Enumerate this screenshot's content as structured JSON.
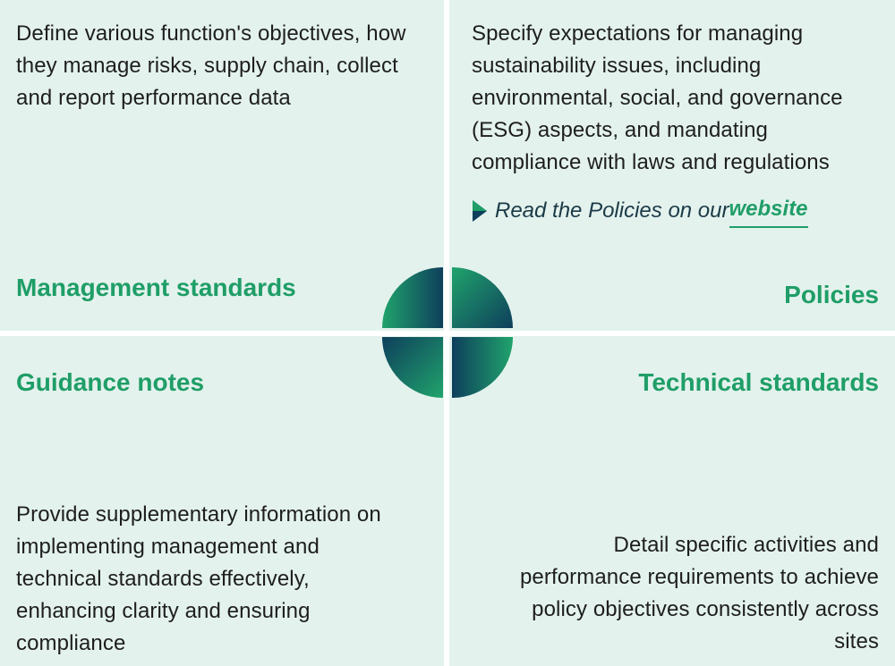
{
  "quadrants": {
    "management": {
      "description": "Define various function's objectives, how they manage risks, supply chain, collect and report performance data",
      "heading": "Management standards"
    },
    "policies": {
      "description": "Specify expectations for managing sustainability issues, including environmental, social, and governance (ESG) aspects, and mandating compliance with laws and regulations",
      "link_prefix": "Read the Policies on our ",
      "link_word": "website",
      "heading": "Policies"
    },
    "guidance": {
      "heading": "Guidance notes",
      "description": "Provide supplementary information on implementing management and technical standards effectively, enhancing clarity and ensuring compliance"
    },
    "technical": {
      "heading": "Technical standards",
      "description": "Detail specific activities and performance requirements to achieve policy objectives consistently across sites"
    }
  },
  "colors": {
    "panel_background": "#e3f2ed",
    "heading_green": "#1f9e67",
    "dark_teal": "#0e3f5c",
    "body_text": "#1e1e1e"
  },
  "icons": {
    "link_arrow": "play-arrow-icon",
    "center": "quartered-circle-icon"
  }
}
